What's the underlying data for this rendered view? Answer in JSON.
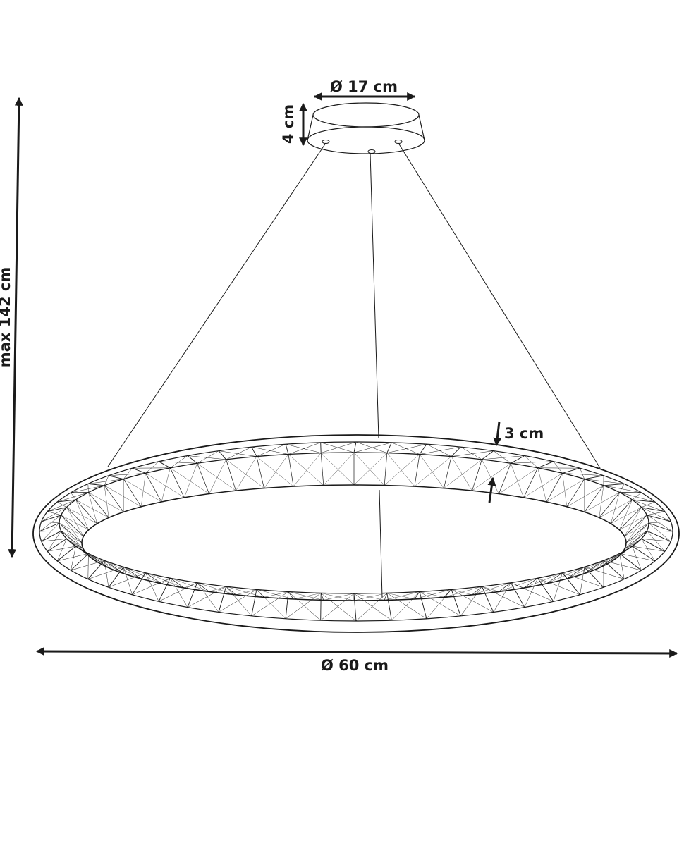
{
  "dimensions": {
    "canopy_diameter": "Ø 17 cm",
    "canopy_height": "4 cm",
    "total_height": "max 142 cm",
    "ring_thickness": "3 cm",
    "ring_diameter": "Ø 60 cm"
  },
  "colors": {
    "line": "#1a1a1a",
    "background": "#ffffff"
  }
}
